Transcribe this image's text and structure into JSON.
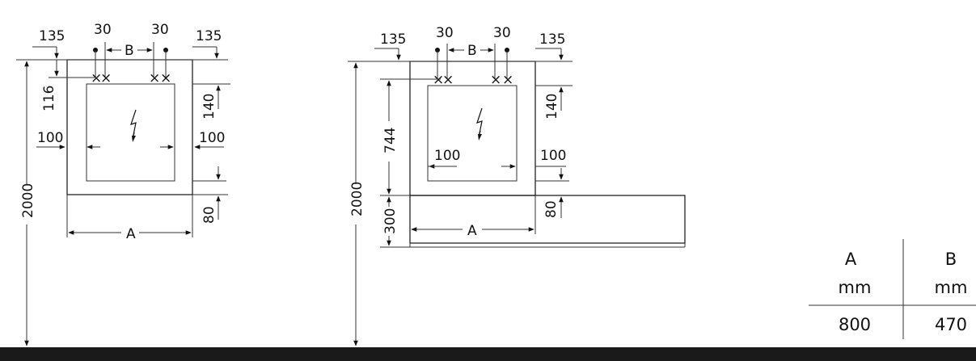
{
  "labels": {
    "d135": "135",
    "d30": "30",
    "B": "B",
    "A": "A",
    "d116": "116",
    "d140": "140",
    "d100": "100",
    "d2000": "2000",
    "d80": "80",
    "d744": "744",
    "d300": "300"
  },
  "table": {
    "headers": [
      "A",
      "B"
    ],
    "units": [
      "mm",
      "mm"
    ],
    "values": [
      "800",
      "470"
    ]
  },
  "colors": {
    "ink": "#111111",
    "floor": "#1a1a1a"
  },
  "icons": {
    "power": "lightning-bolt-icon"
  }
}
